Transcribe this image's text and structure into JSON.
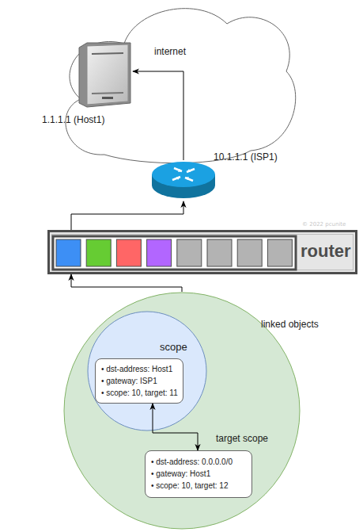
{
  "diagram": {
    "nodes": [
      {
        "text": [
          "internet"
        ]
      },
      {
        "text": [
          "1.1.1.1 (Host1)"
        ],
        "in": 0
      },
      {
        "text": [
          "10.1.1.1 (ISP1)"
        ]
      },
      {
        "text": [
          "router"
        ]
      },
      {
        "text": [
          "linked objects"
        ]
      },
      {
        "text": [
          "scope"
        ],
        "in": 4
      },
      {
        "text": [
          "• dst-address: Host1",
          "• gateway: ISP1",
          "• scope: 10, target: 11"
        ],
        "in": 5
      },
      {
        "text": [
          "target scope",
          "• dst-address: 0.0.0.0/0",
          "• gateway: Host1",
          "• scope: 10, target: 12"
        ],
        "in": 4
      }
    ],
    "edges": [
      {
        "from": 2,
        "to": 1,
        "arrow": "to"
      },
      {
        "from": 3,
        "to": 2,
        "arrow": "to"
      },
      {
        "from": 4,
        "to": 3,
        "arrow": "to"
      },
      {
        "from": 6,
        "to": 7,
        "arrow": "both"
      }
    ],
    "labels": [
      "© 2022 pcunite"
    ]
  }
}
